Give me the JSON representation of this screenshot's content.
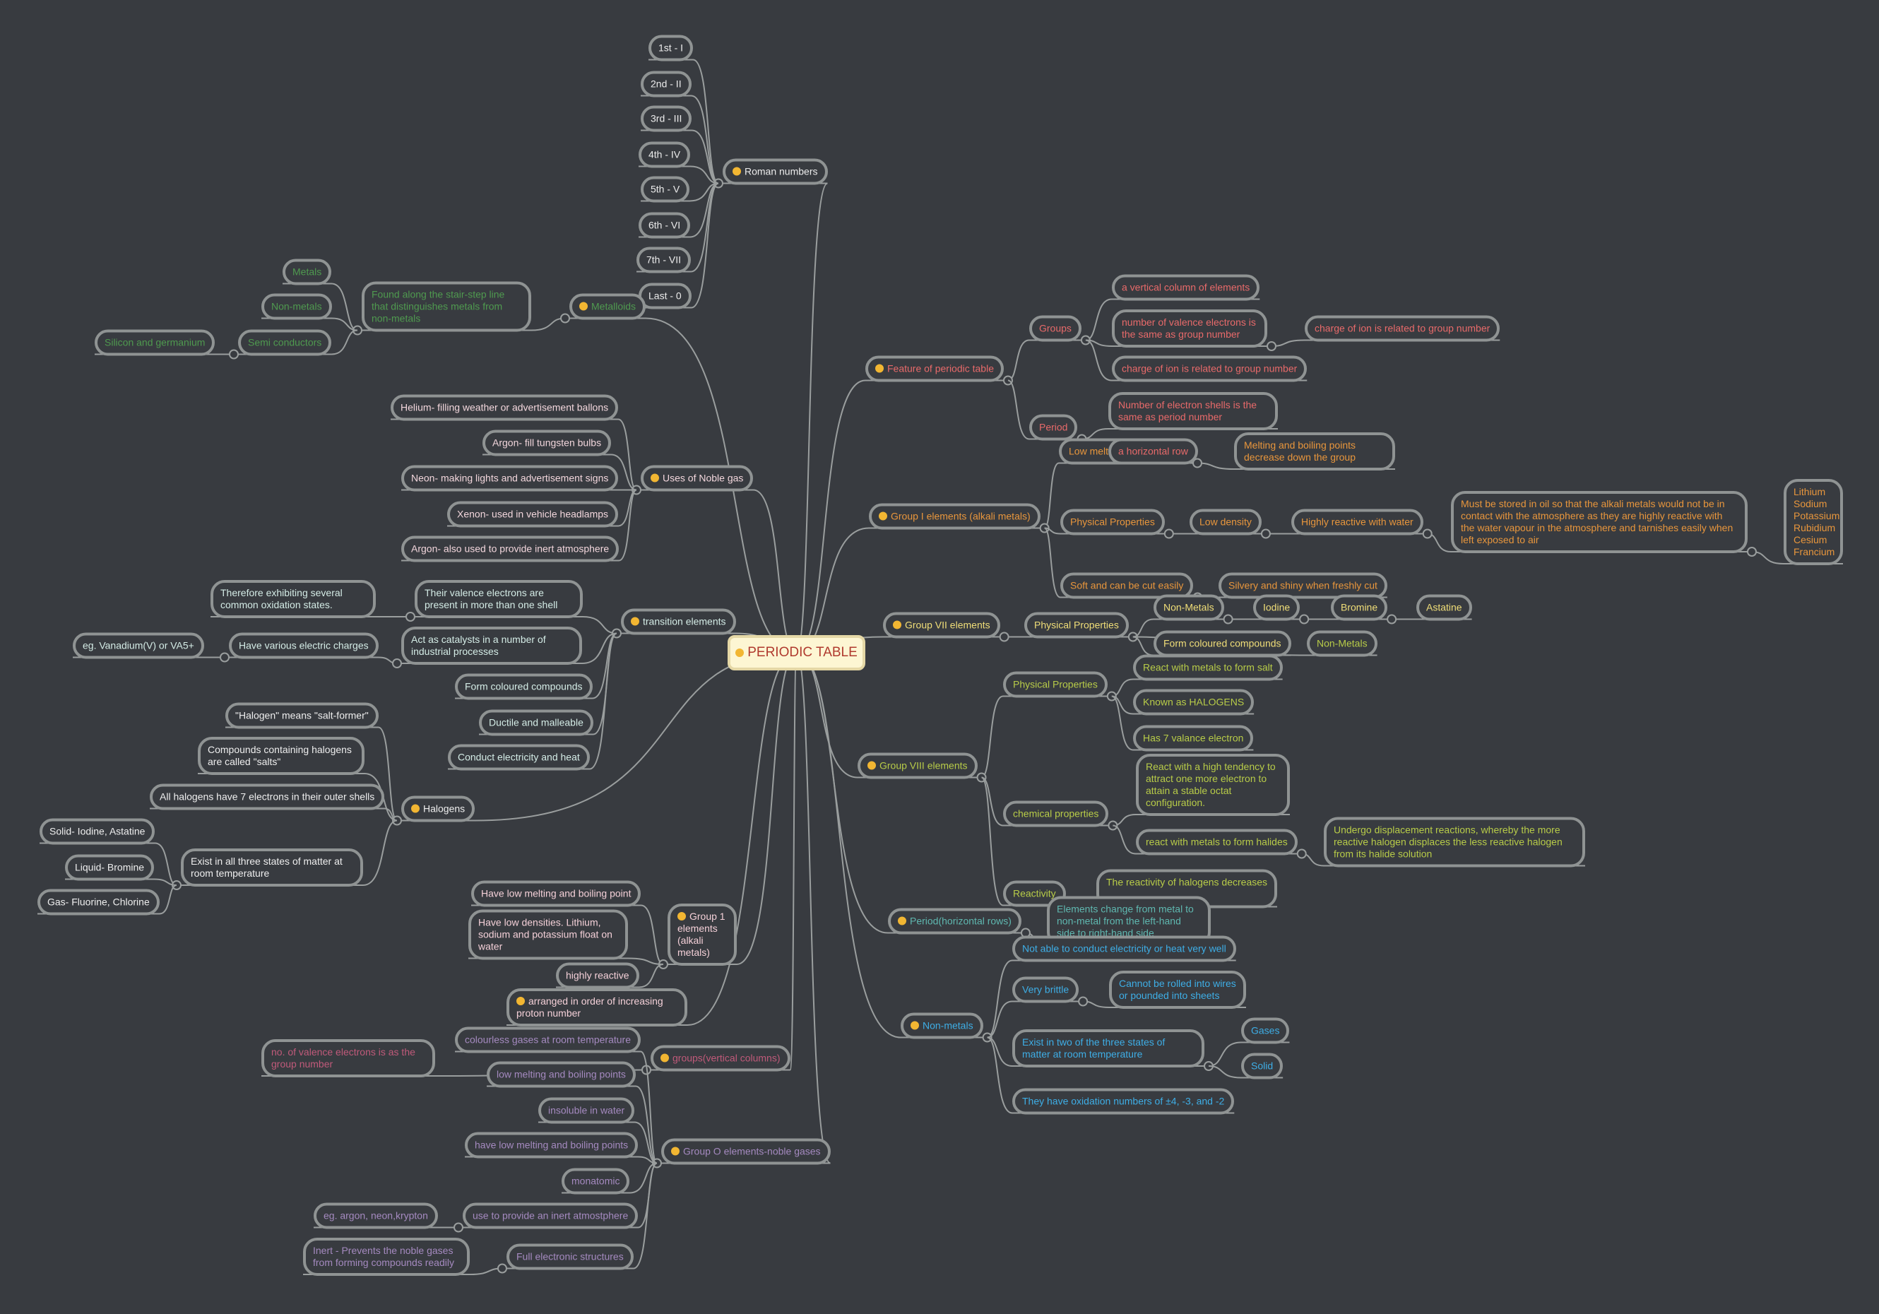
{
  "center": {
    "label": "PERIODIC TABLE",
    "icon": "sunglasses-emoji-icon"
  },
  "colors": {
    "background": "#383b40",
    "border": "#8f9393",
    "center_fill": "#fdf6d3",
    "center_text": "#b03a2e",
    "roman": "#ececec",
    "metalloids": "#4f9a4f",
    "noble_uses": "#f2d6dc",
    "transition": "#d4ece6",
    "halogens": "#eeeeee",
    "group1": "#f4d0d8",
    "groups_vertical": "#c05a7a",
    "noble_gases": "#a58ac0",
    "feature": "#e86a6a",
    "group_I": "#e8963c",
    "group_VII": "#f0de78",
    "group_VIII": "#b8cc48",
    "period": "#5fb8b0",
    "non_metals": "#3eaee6"
  },
  "nodes": {
    "roman": "Roman numbers",
    "r1": "1st - I",
    "r2": "2nd - II",
    "r3": "3rd - III",
    "r4": "4th - IV",
    "r5": "5th - V",
    "r6": "6th - VI",
    "r7": "7th - VII",
    "r8": "Last - 0",
    "metalloids": "Metalloids",
    "found": "Found along the stair-step line that distinguishes metals from non-metals",
    "metals": "Metals",
    "nonmetals_m": "Non-metals",
    "semi": "Semi conductors",
    "silicon": "Silicon and germanium",
    "uses": "Uses of Noble gas",
    "helium": "Helium- filling weather or advertisement ballons",
    "argon1": "Argon- fill tungsten bulbs",
    "neon": "Neon- making lights and advertisement signs",
    "xenon": "Xenon- used in vehicle headlamps",
    "argon2": "Argon- also used to provide inert atmosphere",
    "trans": "transition elements",
    "valence": "Their valence electrons are present in more than one shell",
    "therefore": "Therefore exhibiting several common oxidation states.",
    "catalyst": "Act as catalysts in a number of industrial processes",
    "charges": "Have various electric charges",
    "vanadium": "eg. Vanadium(V) or VA5+",
    "coloured_t": "Form coloured compounds",
    "ductile": "Ductile and malleable",
    "conduct": "Conduct electricity and heat",
    "halogens": "Halogens",
    "means": "\"Halogen\" means \"salt-former\"",
    "compounds": "Compounds containing halogens are called \"salts\"",
    "seven": "All halogens have 7 electrons in their outer shells",
    "states": "Exist in all three states of matter at room temperature",
    "solid_h": "Solid- Iodine, Astatine",
    "liquid_h": "Liquid- Bromine",
    "gas_h": "Gas- Fluorine, Chlorine",
    "g1": "Group 1 elements (alkali metals)",
    "g1_melt": "Have low melting and boiling point",
    "g1_dens": "Have low densities. Lithium, sodium and potassium float on water",
    "g1_react": "highly reactive",
    "arranged": "arranged in order of increasing proton number",
    "gv": "groups(vertical columns)",
    "gv_valence": "no. of valence electrons is as the group number",
    "colourless": "colourless gases at room temperature",
    "lowmelt_v": "low melting and boiling points",
    "ng": "Group O elements-noble gases",
    "insoluble": "insoluble in water",
    "ng_melt": "have low melting and boiling points",
    "monatomic": "monatomic",
    "inert_use": "use to provide an inert atmostphere",
    "eg_argon": "eg. argon, neon,krypton",
    "full": "Full electronic structures",
    "inert": "Inert - Prevents the noble gases from forming compounds readily",
    "feat": "Feature of periodic table",
    "groups": "Groups",
    "vertical": "a vertical column of elements",
    "num_val": "number of valence electrons is the same as group number",
    "charge_r": "charge of ion is related to group number",
    "charge": "charge of ion is related to group number",
    "period": "Period",
    "shells": "Number of electron shells is the same as period number",
    "lowmelt_p": "Low melti",
    "horizontal": "a horizontal row",
    "mbdec": "Melting and boiling points decrease down the group",
    "gI": "Group I elements (alkali metals)",
    "phys_I": "Physical Properties",
    "lowdens": "Low density",
    "reactwater": "Highly reactive with water",
    "stored": "Must be stored in oil so that the alkali metals would not be in contact with the atmosphere as they are highly reactive with the water vapour in the atmosphere and tarnishes easily when left exposed to air",
    "list": "Lithium Sodium Potassium Rubidium Cesium Francium",
    "soft": "Soft and can be cut easily",
    "silvery": "Silvery and shiny when freshly cut",
    "gVII": "Group VII elements",
    "phys_VII": "Physical Properties",
    "nonmet_hidden": "Non-Metals",
    "nonmet": "Non-Metals",
    "iodine": "Iodine",
    "bromine": "Bromine",
    "astatine": "Astatine",
    "coloured_v": "Form coloured compounds",
    "gVIII": "Group VIII elements",
    "phys_VIII": "Physical Properties",
    "salt": "React with metals to form salt",
    "known": "Known as HALOGENS",
    "has7": "Has 7 valance electron",
    "chem": "chemical properties",
    "tendency": "React with a high tendency to attract one more electron to attain a stable octat configuration.",
    "halides": "react with metals to form halides",
    "displace": "Undergo displacement reactions, whereby the more reactive halogen displaces the less reactive halogen from its halide solution",
    "reactivity": "Reactivity",
    "decreases": "The reactivity of halogens decreases",
    "per": "Period(horizontal rows)",
    "change": "Elements change from metal to non-metal from the left-hand side to right-hand side",
    "nm": "Non-metals",
    "notable": "Not able to conduct electricity or heat very well",
    "brittle": "Very brittle",
    "rolled": "Cannot be rolled into wires or pounded into sheets",
    "twostates": "Exist in two of the three states of matter at room temperature",
    "gases": "Gases",
    "solid_n": "Solid",
    "oxid": "They have oxidation numbers of ±4, -3, and -2"
  }
}
